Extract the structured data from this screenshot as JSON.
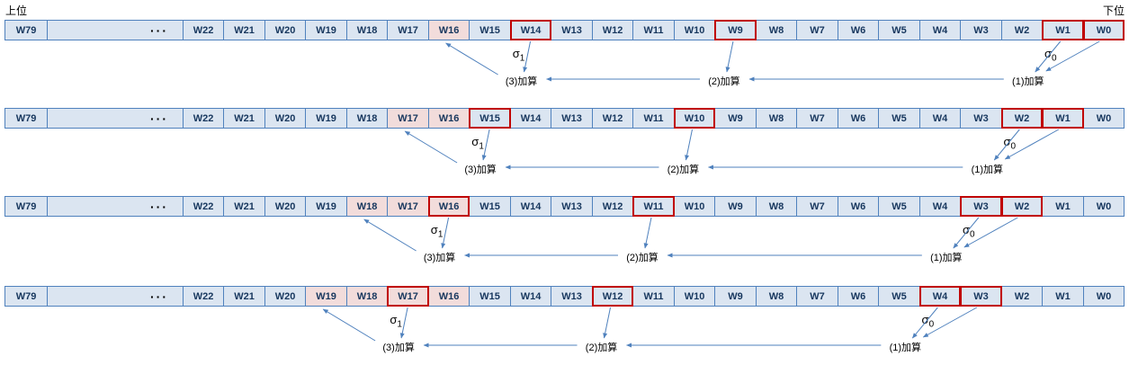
{
  "page": {
    "top_left_label": "上位",
    "top_right_label": "下位"
  },
  "band": {
    "first_cell_label": "W79",
    "ellipsis_label": "···",
    "word_labels": [
      "W22",
      "W21",
      "W20",
      "W19",
      "W18",
      "W17",
      "W16",
      "W15",
      "W14",
      "W13",
      "W12",
      "W11",
      "W10",
      "W9",
      "W8",
      "W7",
      "W6",
      "W5",
      "W4",
      "W3",
      "W2",
      "W1",
      "W0"
    ]
  },
  "colors": {
    "cell_fill": "#dbe5f1",
    "cell_border": "#4f81bd",
    "cell_text": "#17375e",
    "computed_fill": "#f2dcdb",
    "source_border": "#c00000",
    "arrow": "#4f81bd",
    "label_text": "#000000"
  },
  "steps": [
    {
      "target_cell": "W16",
      "computed_cells": [
        "W16"
      ],
      "red_cells": [
        "W14",
        "W9",
        "W1",
        "W0"
      ],
      "sigma1": {
        "symbol": "σ",
        "subscript": "1",
        "cell": "W14"
      },
      "sigma0": {
        "symbol": "σ",
        "subscript": "0",
        "cell": "W1"
      },
      "mid_cell": "W9",
      "low_cell": "W0",
      "add_labels": [
        "(1)加算",
        "(2)加算",
        "(3)加算"
      ]
    },
    {
      "target_cell": "W17",
      "computed_cells": [
        "W17",
        "W16"
      ],
      "red_cells": [
        "W15",
        "W10",
        "W2",
        "W1"
      ],
      "sigma1": {
        "symbol": "σ",
        "subscript": "1",
        "cell": "W15"
      },
      "sigma0": {
        "symbol": "σ",
        "subscript": "0",
        "cell": "W2"
      },
      "mid_cell": "W10",
      "low_cell": "W1",
      "add_labels": [
        "(1)加算",
        "(2)加算",
        "(3)加算"
      ]
    },
    {
      "target_cell": "W18",
      "computed_cells": [
        "W18",
        "W17",
        "W16"
      ],
      "red_cells": [
        "W16",
        "W11",
        "W3",
        "W2"
      ],
      "sigma1": {
        "symbol": "σ",
        "subscript": "1",
        "cell": "W16"
      },
      "sigma0": {
        "symbol": "σ",
        "subscript": "0",
        "cell": "W3"
      },
      "mid_cell": "W11",
      "low_cell": "W2",
      "add_labels": [
        "(1)加算",
        "(2)加算",
        "(3)加算"
      ]
    },
    {
      "target_cell": "W19",
      "computed_cells": [
        "W19",
        "W18",
        "W17",
        "W16"
      ],
      "red_cells": [
        "W17",
        "W12",
        "W4",
        "W3"
      ],
      "sigma1": {
        "symbol": "σ",
        "subscript": "1",
        "cell": "W17"
      },
      "sigma0": {
        "symbol": "σ",
        "subscript": "0",
        "cell": "W4"
      },
      "mid_cell": "W12",
      "low_cell": "W3",
      "add_labels": [
        "(1)加算",
        "(2)加算",
        "(3)加算"
      ]
    }
  ]
}
